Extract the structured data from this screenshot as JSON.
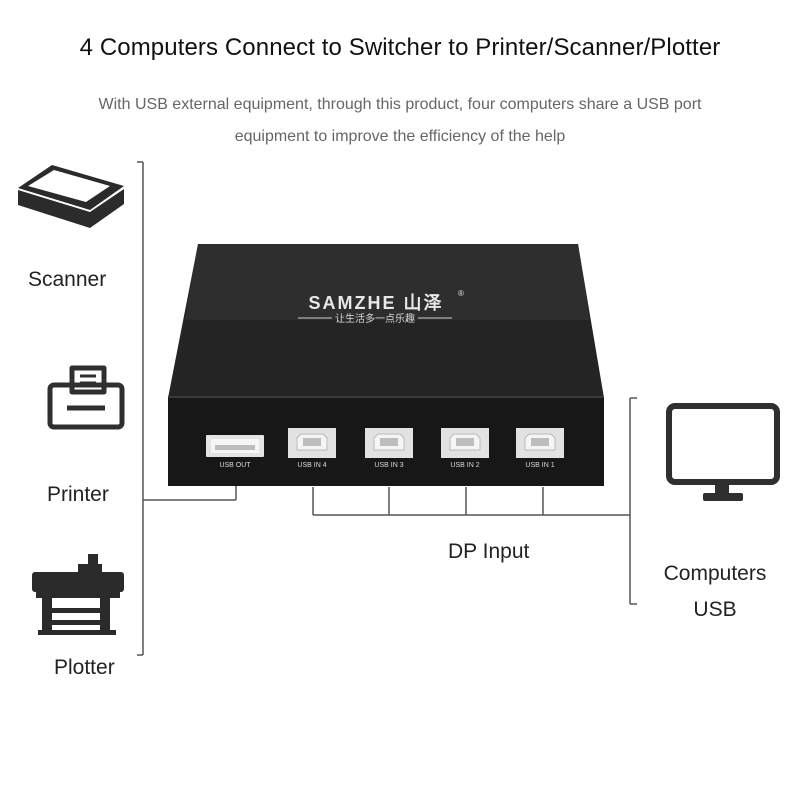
{
  "title": "4 Computers Connect to Switcher to Printer/Scanner/Plotter",
  "subtitle_line1": "With USB external equipment, through this product, four computers share a USB port",
  "subtitle_line2": "equipment to improve the efficiency of the help",
  "devices": {
    "scanner": "Scanner",
    "printer": "Printer",
    "plotter": "Plotter"
  },
  "dp_input": "DP Input",
  "computers": {
    "line1": "Computers",
    "line2": "USB"
  },
  "switch": {
    "brand": "SAMZHE 山泽",
    "registered": "®",
    "slogan": "让生活多一点乐趣",
    "ports": [
      "USB OUT",
      "USB IN 4",
      "USB IN 3",
      "USB IN 2",
      "USB IN 1"
    ]
  },
  "icons": [
    "scanner-icon",
    "printer-icon",
    "plotter-icon",
    "monitor-icon"
  ],
  "colors": {
    "box": "#1c1c1c",
    "box_top": "#2a2a2a",
    "lines": "#555555"
  }
}
